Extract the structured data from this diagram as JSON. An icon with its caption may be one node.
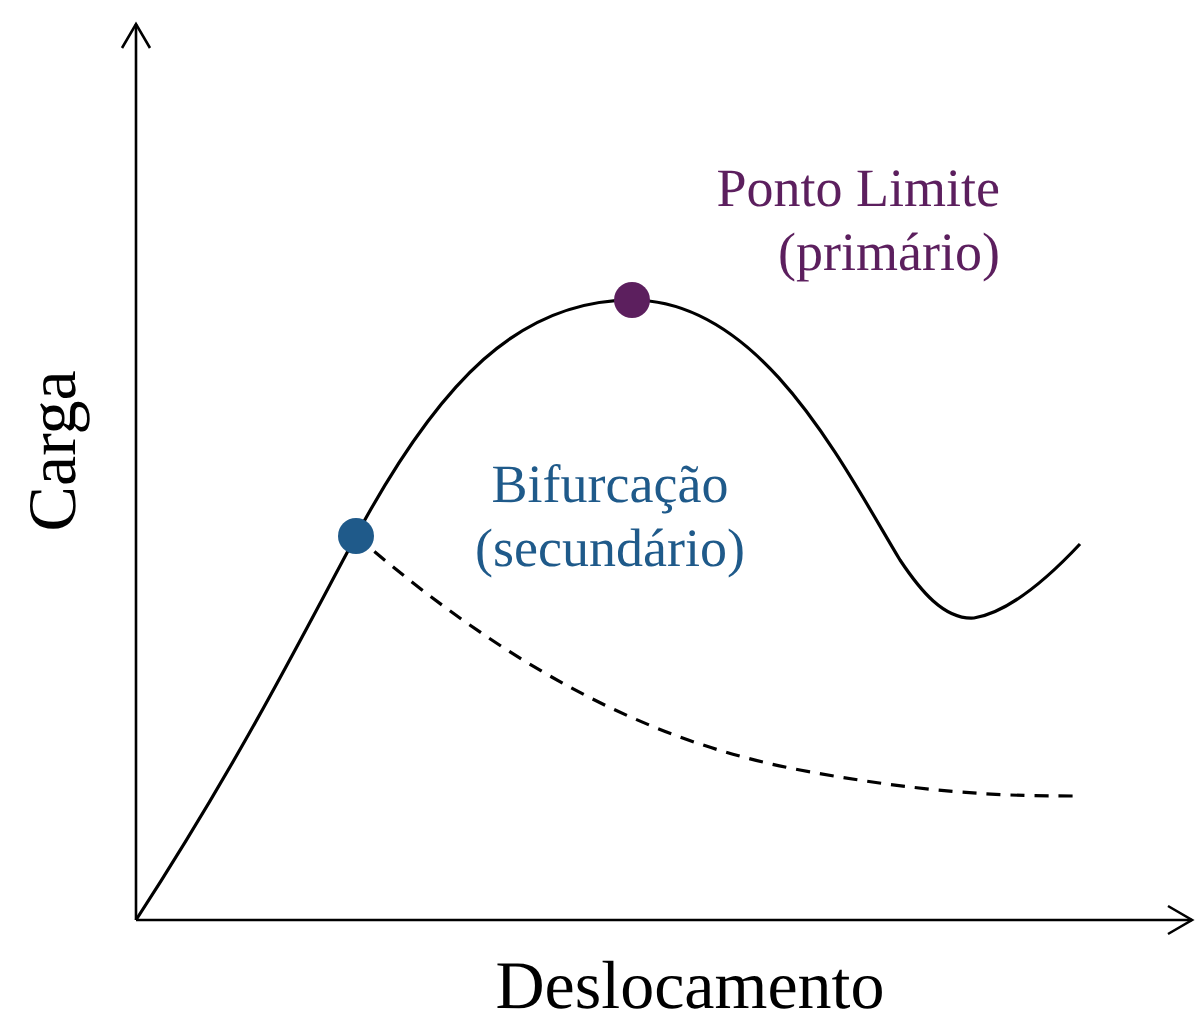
{
  "diagram": {
    "labels": [
      "Ponto Limite (primário)",
      "Bifurcação (secundário)",
      "Carga",
      "Deslocamento"
    ]
  }
}
